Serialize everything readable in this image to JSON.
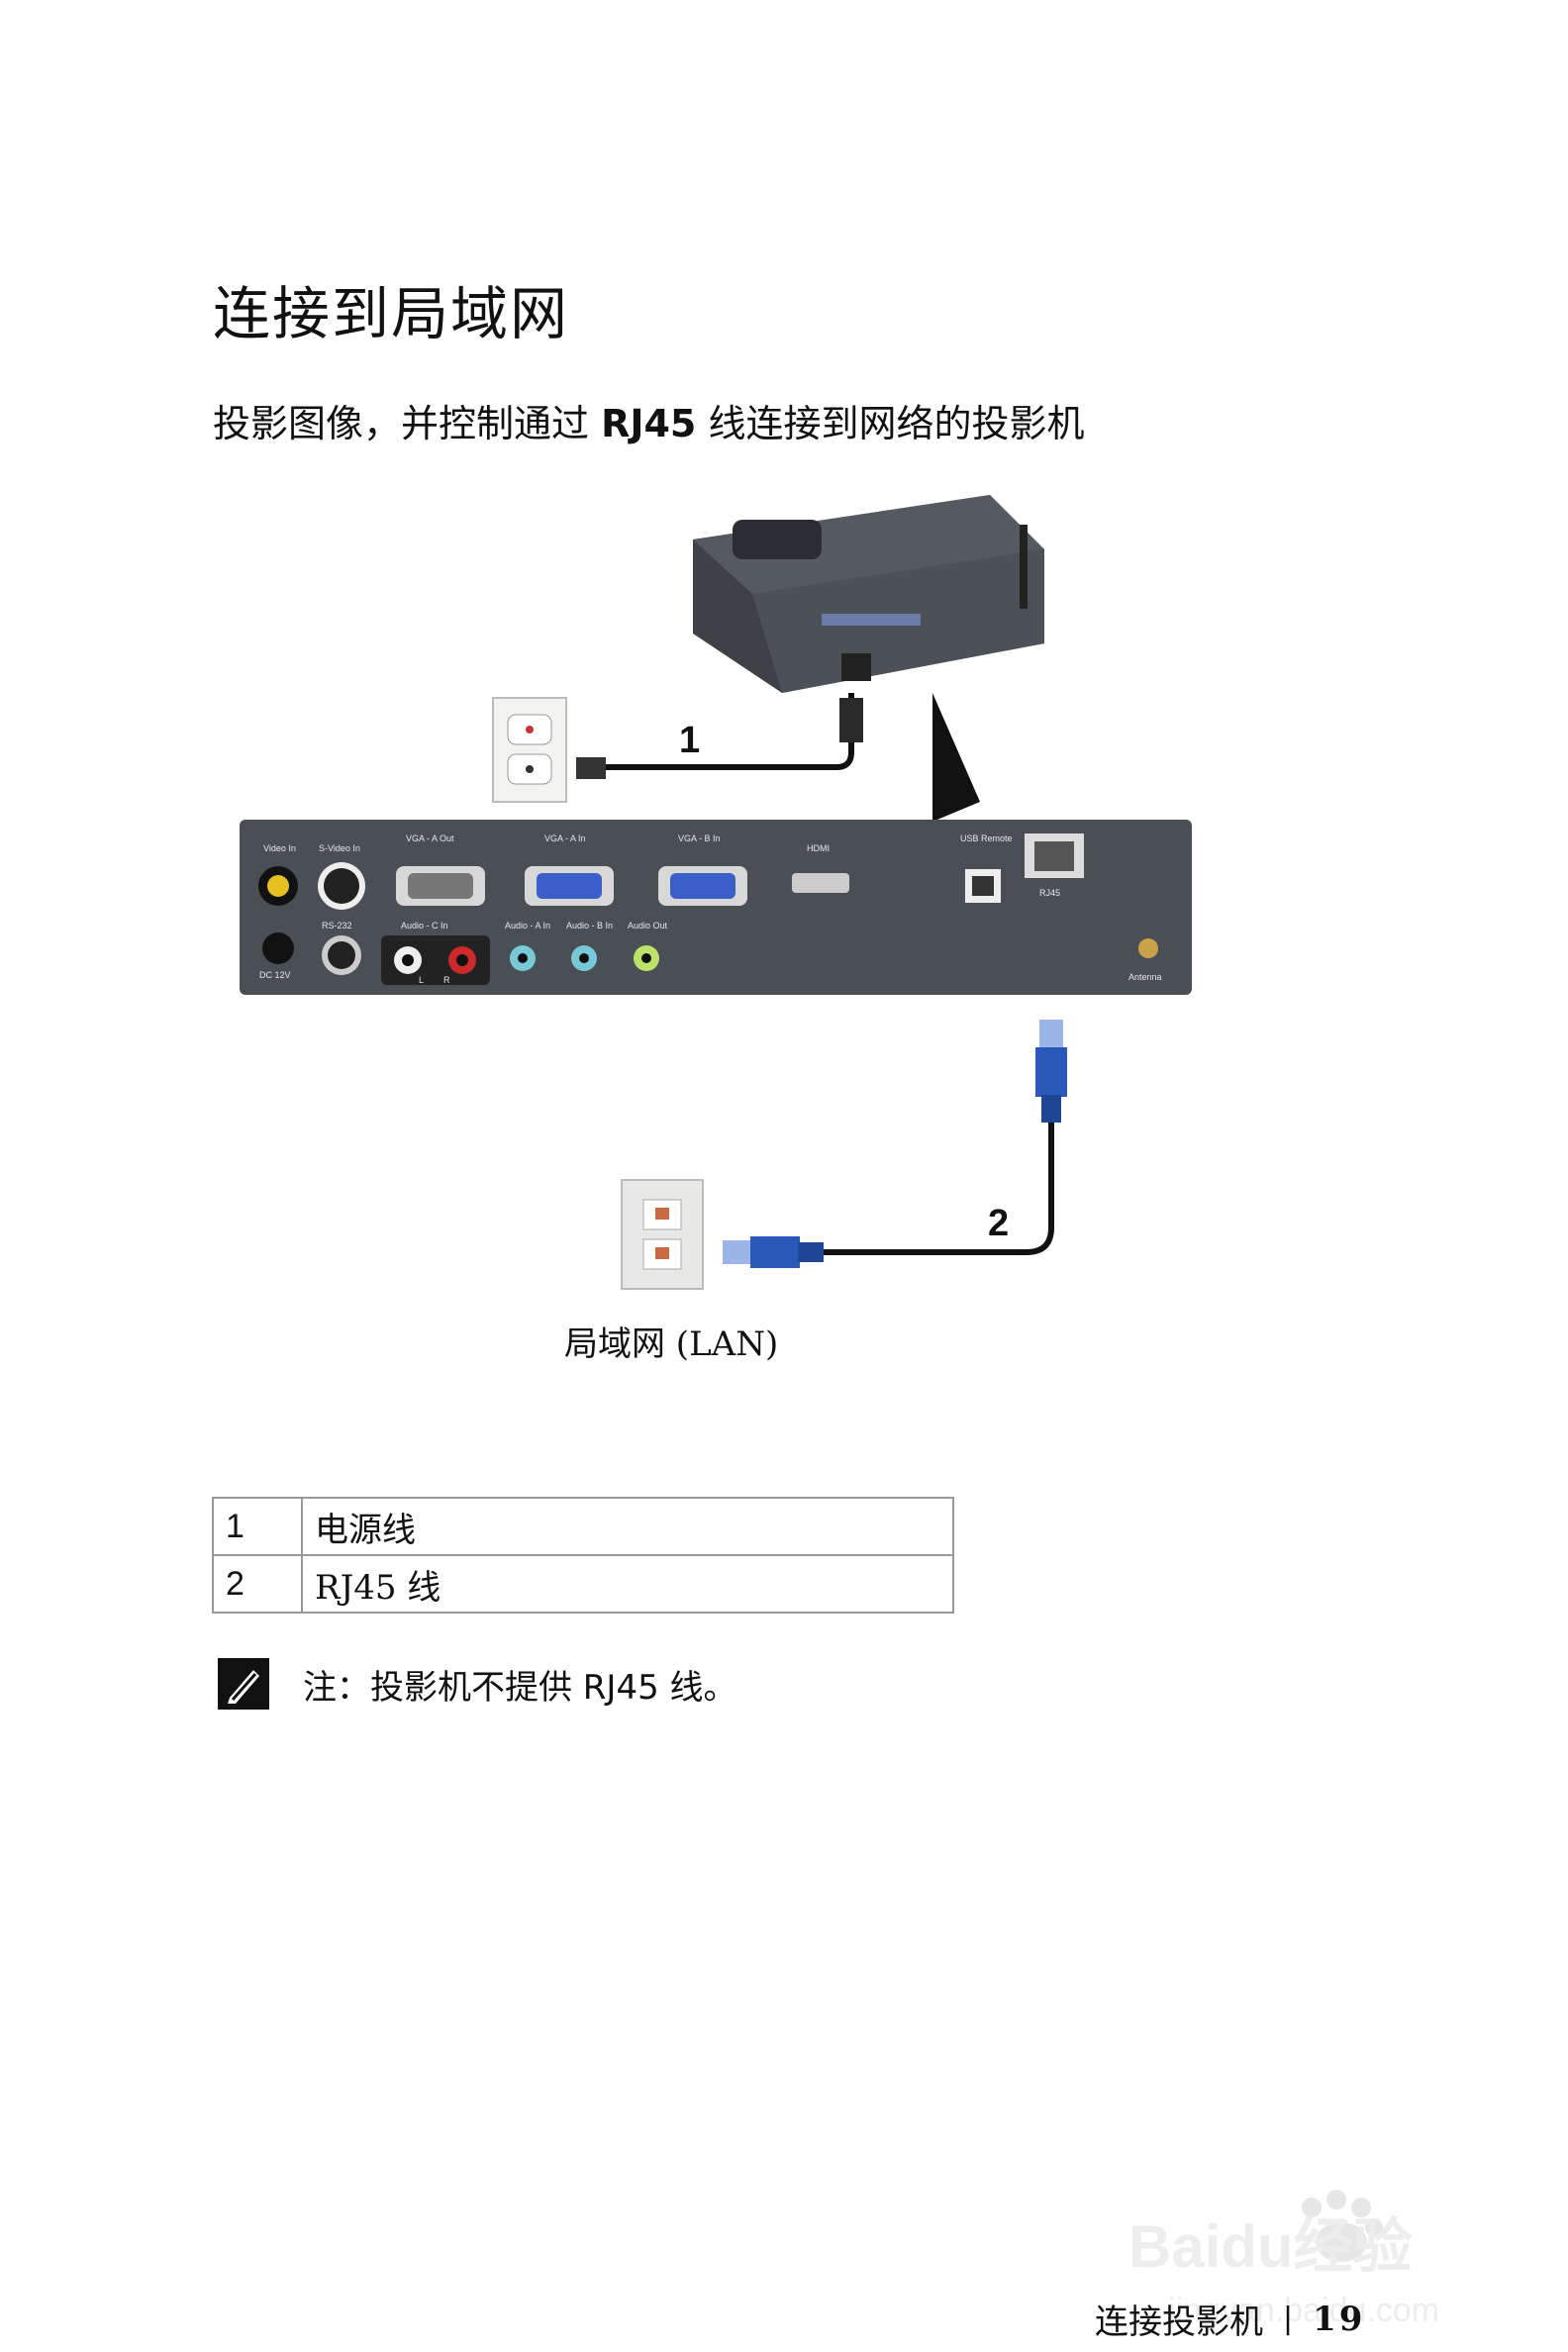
{
  "heading": "连接到局域网",
  "subtitle": {
    "pre": "投影图像，并控制通过 ",
    "bold": "RJ45",
    "post": " 线连接到网络的投影机"
  },
  "diagram": {
    "callout_1": "1",
    "callout_2": "2",
    "caption": "局域网 (LAN)",
    "panel_labels": {
      "video_in": "Video In",
      "s_video_in": "S-Video In",
      "vga_a_out": "VGA - A Out",
      "vga_a_in": "VGA - A In",
      "vga_b_in": "VGA - B In",
      "hdmi": "HDMI",
      "usb_remote": "USB Remote",
      "rj45": "RJ45",
      "rs232": "RS-232",
      "audio_c_in": "Audio - C In",
      "audio_a_in": "Audio - A In",
      "audio_b_in": "Audio - B In",
      "audio_out": "Audio Out",
      "dc_12v": "DC 12V",
      "antenna": "Antenna",
      "l": "L",
      "r": "R"
    }
  },
  "legend": [
    {
      "num": "1",
      "label": "电源线"
    },
    {
      "num": "2",
      "label": "RJ45 线"
    }
  ],
  "note": "注：投影机不提供 RJ45 线。",
  "footer": {
    "section": "连接投影机",
    "separator": "|",
    "page": "19"
  },
  "watermark": {
    "brand": "Baidu经验",
    "url": "jingyan.baidu.com"
  },
  "colors": {
    "panel": "#4a4f55",
    "cable_blue": "#2a58b8",
    "vga_blue": "#3a5fc9"
  }
}
